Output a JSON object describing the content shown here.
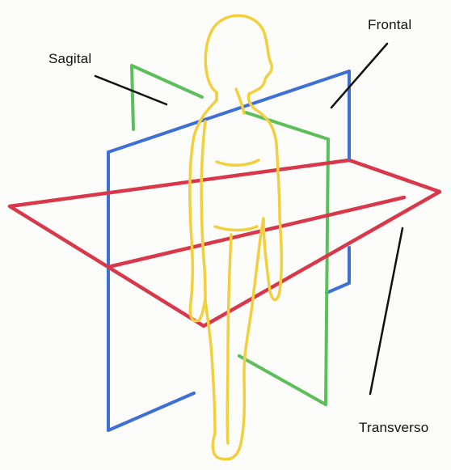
{
  "labels": {
    "sagital": "Sagital",
    "frontal": "Frontal",
    "transverso": "Transverso"
  },
  "colors": {
    "frontal_plane": "#3d6fd6",
    "sagital_plane": "#5cbf5a",
    "transverse_plane": "#d9374a",
    "figure_outline": "#f2cf3c",
    "pointer_lines": "#111111",
    "background": "#fcfcfa"
  }
}
